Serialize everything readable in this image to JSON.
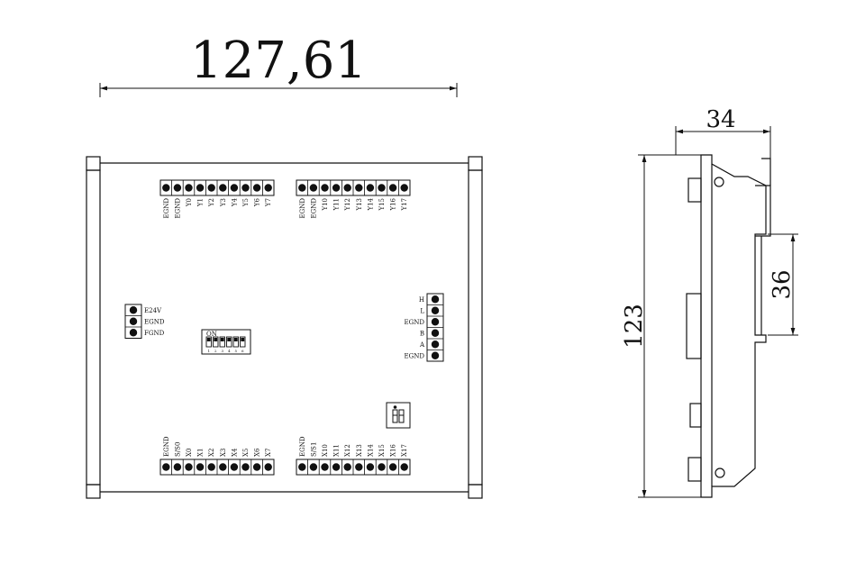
{
  "dimensions": {
    "width_front": "127,61",
    "depth_side": "34",
    "height_side": "123",
    "rail": "36"
  },
  "top_left_terminals": [
    "EGND",
    "EGND",
    "Y0",
    "Y1",
    "Y2",
    "Y3",
    "Y4",
    "Y5",
    "Y6",
    "Y7"
  ],
  "top_right_terminals": [
    "EGND",
    "EGND",
    "Y10",
    "Y11",
    "Y12",
    "Y13",
    "Y14",
    "Y15",
    "Y16",
    "Y17"
  ],
  "bottom_left_terminals": [
    "EGND",
    "S/S0",
    "X0",
    "X1",
    "X2",
    "X3",
    "X4",
    "X5",
    "X6",
    "X7"
  ],
  "bottom_right_terminals": [
    "EGND",
    "S/S1",
    "X10",
    "X11",
    "X12",
    "X13",
    "X14",
    "X15",
    "X16",
    "X17"
  ],
  "power_terminals": [
    "E24V",
    "EGND",
    "FGND"
  ],
  "comm_terminals": [
    "H",
    "L",
    "EGND",
    "B",
    "A",
    "EGND"
  ],
  "dip_switch": {
    "marker": "ON",
    "positions": [
      "1",
      "2",
      "3",
      "4",
      "5",
      "6"
    ]
  }
}
